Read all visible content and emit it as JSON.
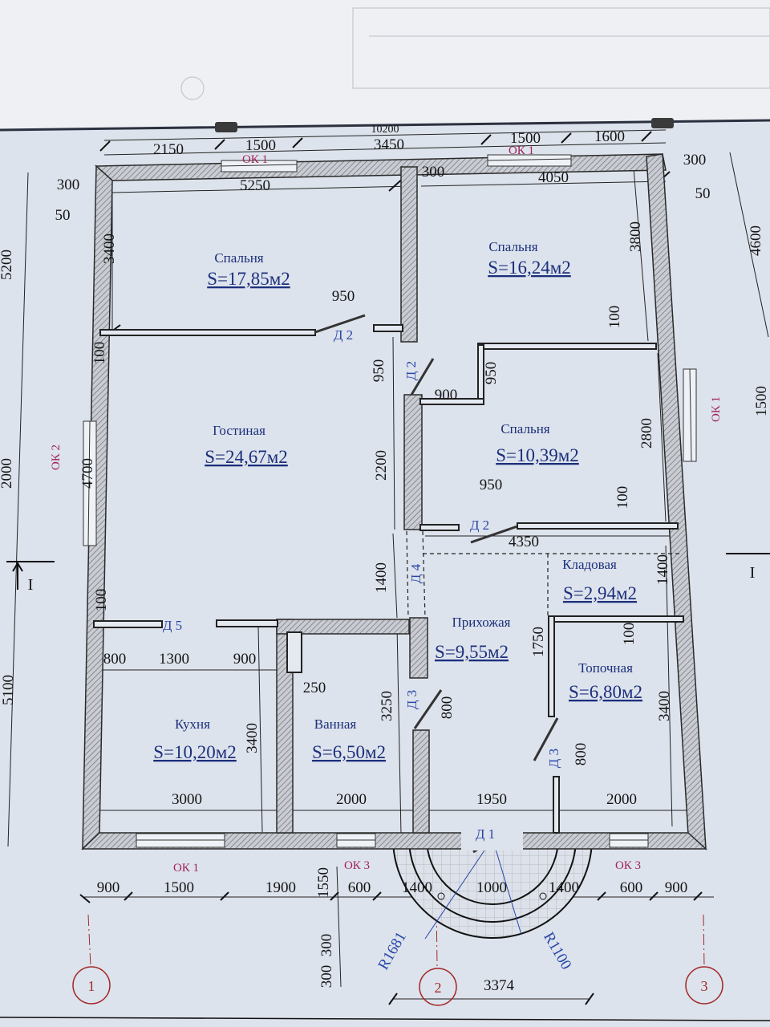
{
  "rooms": [
    {
      "name": "Спальня",
      "area": "S=17,85м2"
    },
    {
      "name": "Спальня",
      "area": "S=16,24м2"
    },
    {
      "name": "Гостиная",
      "area": "S=24,67м2"
    },
    {
      "name": "Спальня",
      "area": "S=10,39м2"
    },
    {
      "name": "Кладовая",
      "area": "S=2,94м2"
    },
    {
      "name": "Прихожая",
      "area": "S=9,55м2"
    },
    {
      "name": "Топочная",
      "area": "S=6,80м2"
    },
    {
      "name": "Кухня",
      "area": "S=10,20м2"
    },
    {
      "name": "Ванная",
      "area": "S=6,50м2"
    }
  ],
  "dimensions": [
    "10200",
    "2150",
    "1500",
    "3450",
    "1500",
    "1600",
    "300",
    "50",
    "5250",
    "300",
    "4050",
    "300",
    "50",
    "5200",
    "3400",
    "100",
    "2000",
    "4700",
    "5100",
    "100",
    "3800",
    "4600",
    "100",
    "2800",
    "1500",
    "100",
    "1400",
    "100",
    "3400",
    "950",
    "950",
    "900",
    "950",
    "2200",
    "950",
    "4350",
    "1400",
    "1750",
    "800",
    "800",
    "3250",
    "800",
    "1300",
    "900",
    "250",
    "3400",
    "3000",
    "2000",
    "1950",
    "2000",
    "900",
    "1500",
    "1900",
    "1550",
    "600",
    "1400",
    "1000",
    "1400",
    "600",
    "900",
    "300",
    "300",
    "R1681",
    "R1100",
    "3374"
  ],
  "windows": [
    "ОК 1",
    "ОК 1",
    "ОК 2",
    "ОК 1",
    "ОК 1",
    "ОК 3",
    "ОК 3"
  ],
  "doors": [
    "Д 2",
    "Д 2",
    "Д 2",
    "Д 4",
    "Д 5",
    "Д 3",
    "Д 3",
    "Д 1"
  ],
  "axes": [
    "1",
    "2",
    "3"
  ],
  "section_marks": [
    "I",
    "I"
  ],
  "colors": {
    "wall_hatch": "#8c8f96",
    "room_text": "#1c2f7c",
    "window_text": "#a0245a",
    "axis": "#a32a2a",
    "paper": "#dfe4ec"
  }
}
